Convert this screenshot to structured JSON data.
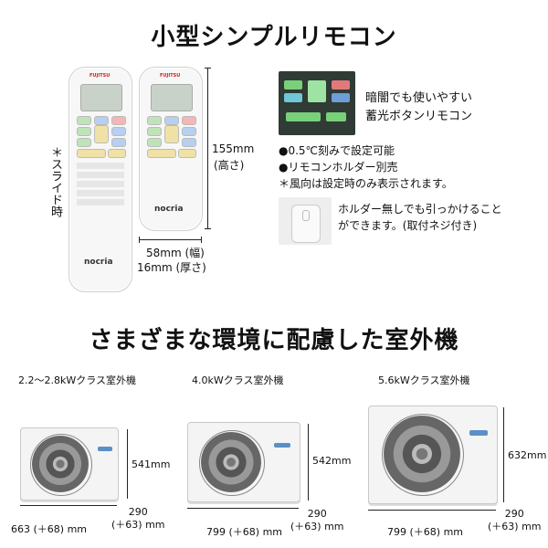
{
  "top": {
    "title": "小型シンプルリモコン",
    "slide_note_line1": "＊スライド時",
    "remote_front_brand": "FUJITSU",
    "remote_brand_bottom": "nocria",
    "height_value": "155mm",
    "height_label": "(高さ)",
    "width_value": "58mm (幅)",
    "depth_value": "16mm (厚さ)"
  },
  "features": {
    "glow_text_line1": "暗闇でも使いやすい",
    "glow_text_line2": "蓄光ボタンリモコン",
    "bullet1": "●0.5℃刻みで設定可能",
    "bullet2": "●リモコンホルダー別売",
    "note": "＊風向は設定時のみ表示されます。",
    "hook_line1": "ホルダー無しでも引っかけること",
    "hook_line2": "ができます。(取付ネジ付き)"
  },
  "bottom": {
    "title": "さまざまな環境に配慮した室外機",
    "units": [
      {
        "class_label": "2.2〜2.8kWクラス室外機",
        "height": "541mm",
        "depth_line1": "290",
        "depth_line2": "(＋63) mm",
        "width": "663 (＋68) mm"
      },
      {
        "class_label": "4.0kWクラス室外機",
        "height": "542mm",
        "depth_line1": "290",
        "depth_line2": "(＋63) mm",
        "width": "799 (＋68) mm"
      },
      {
        "class_label": "5.6kWクラス室外機",
        "height": "632mm",
        "depth_line1": "290",
        "depth_line2": "(＋63) mm",
        "width": "799 (＋68) mm"
      }
    ]
  },
  "colors": {
    "accent_blue": "#5a8fc7",
    "button_red": "#f4b6b6",
    "button_blue": "#b7cff0",
    "button_green": "#bfe3b8"
  }
}
